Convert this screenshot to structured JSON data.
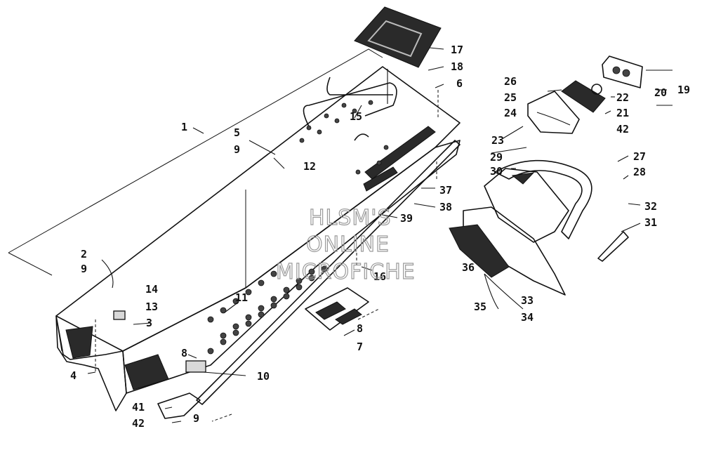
{
  "callouts": [
    {
      "id": "1",
      "label": "1"
    },
    {
      "id": "2",
      "label": "2"
    },
    {
      "id": "3",
      "label": "3"
    },
    {
      "id": "4",
      "label": "4"
    },
    {
      "id": "5",
      "label": "5"
    },
    {
      "id": "6",
      "label": "6"
    },
    {
      "id": "7",
      "label": "7"
    },
    {
      "id": "8a",
      "label": "8"
    },
    {
      "id": "8b",
      "label": "8"
    },
    {
      "id": "9a",
      "label": "9"
    },
    {
      "id": "9b",
      "label": "9"
    },
    {
      "id": "9c",
      "label": "9"
    },
    {
      "id": "10",
      "label": "10"
    },
    {
      "id": "11",
      "label": "11"
    },
    {
      "id": "12",
      "label": "12"
    },
    {
      "id": "13",
      "label": "13"
    },
    {
      "id": "14",
      "label": "14"
    },
    {
      "id": "15",
      "label": "15"
    },
    {
      "id": "16",
      "label": "16"
    },
    {
      "id": "17",
      "label": "17"
    },
    {
      "id": "18",
      "label": "18"
    },
    {
      "id": "19",
      "label": "19"
    },
    {
      "id": "20",
      "label": "20"
    },
    {
      "id": "21",
      "label": "21"
    },
    {
      "id": "22",
      "label": "22"
    },
    {
      "id": "23",
      "label": "23"
    },
    {
      "id": "24",
      "label": "24"
    },
    {
      "id": "25",
      "label": "25"
    },
    {
      "id": "26",
      "label": "26"
    },
    {
      "id": "27",
      "label": "27"
    },
    {
      "id": "28",
      "label": "28"
    },
    {
      "id": "29",
      "label": "29"
    },
    {
      "id": "30",
      "label": "30"
    },
    {
      "id": "31",
      "label": "31"
    },
    {
      "id": "32",
      "label": "32"
    },
    {
      "id": "33",
      "label": "33"
    },
    {
      "id": "34",
      "label": "34"
    },
    {
      "id": "35",
      "label": "35"
    },
    {
      "id": "36",
      "label": "36"
    },
    {
      "id": "37",
      "label": "37"
    },
    {
      "id": "38",
      "label": "38"
    },
    {
      "id": "39",
      "label": "39"
    },
    {
      "id": "41",
      "label": "41"
    },
    {
      "id": "42a",
      "label": "42"
    },
    {
      "id": "42b",
      "label": "42"
    }
  ],
  "watermark": [
    "HLSM'S",
    "ONLINE",
    "MICROFICHE"
  ]
}
